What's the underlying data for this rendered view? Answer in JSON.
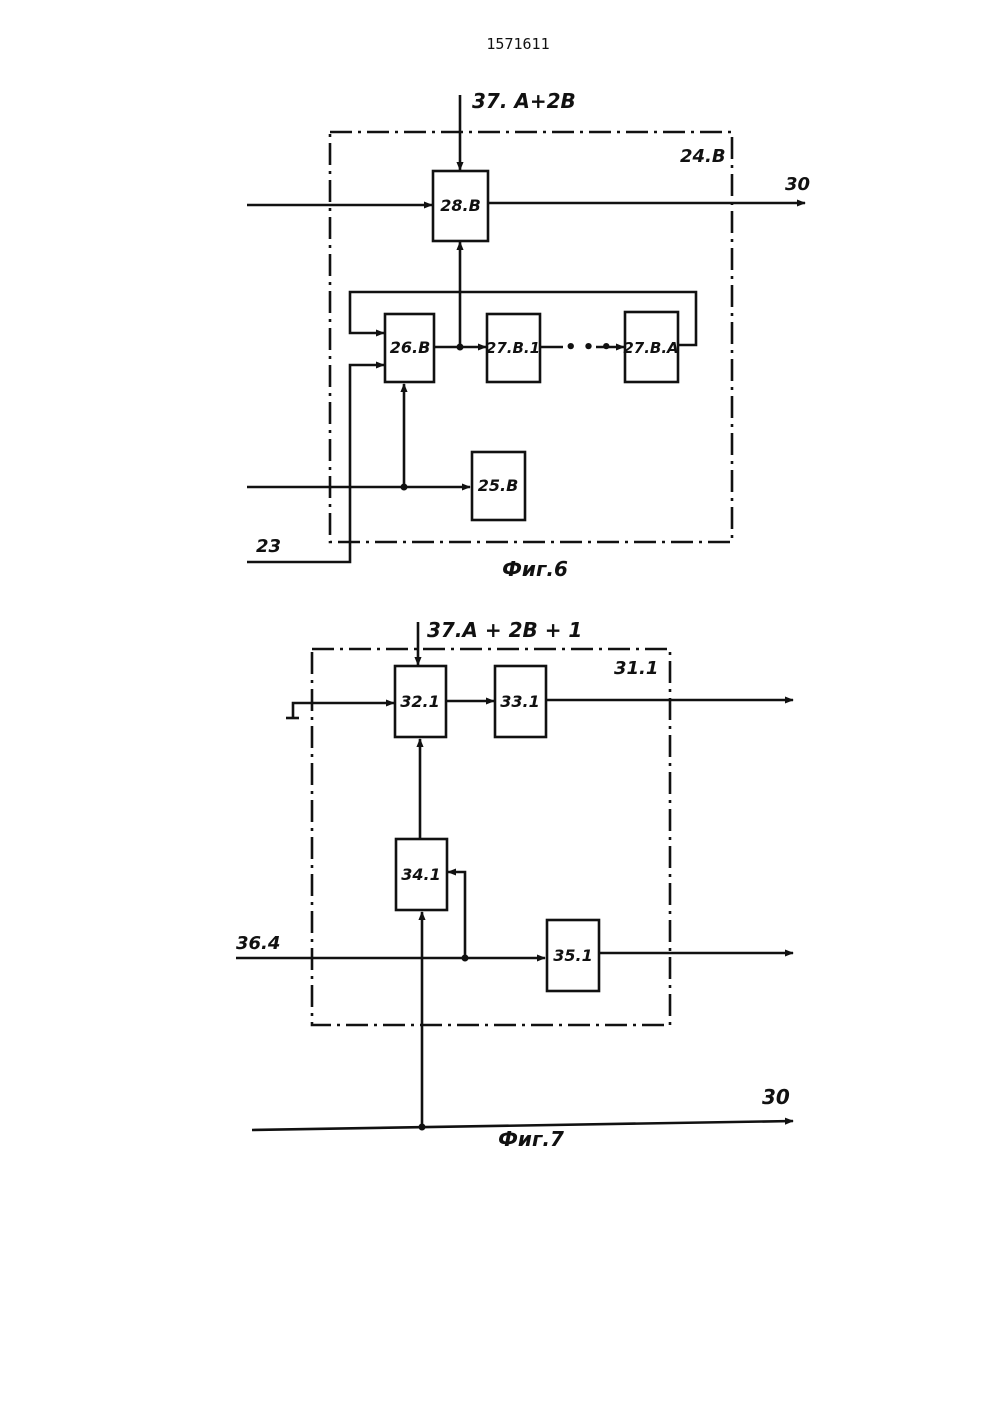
{
  "page_number": "1571611",
  "fig6": {
    "caption": "Фиг.6",
    "frame_label": "24.В",
    "top_input": "37. А+2В",
    "out_label": "30",
    "in_label_23": "23",
    "blocks": {
      "b28": "28.В",
      "b26": "26.В",
      "b27_1": "27.В.1",
      "b27_a": "27.В.А",
      "b25": "25.В"
    },
    "ellipsis": "• • •"
  },
  "fig7": {
    "caption": "Фиг.7",
    "frame_label": "31.1",
    "top_input": "37.А + 2В + 1",
    "in_label_36": "36.4",
    "out_label": "30",
    "blocks": {
      "b32": "32.1",
      "b33": "33.1",
      "b34": "34.1",
      "b35": "35.1"
    }
  }
}
